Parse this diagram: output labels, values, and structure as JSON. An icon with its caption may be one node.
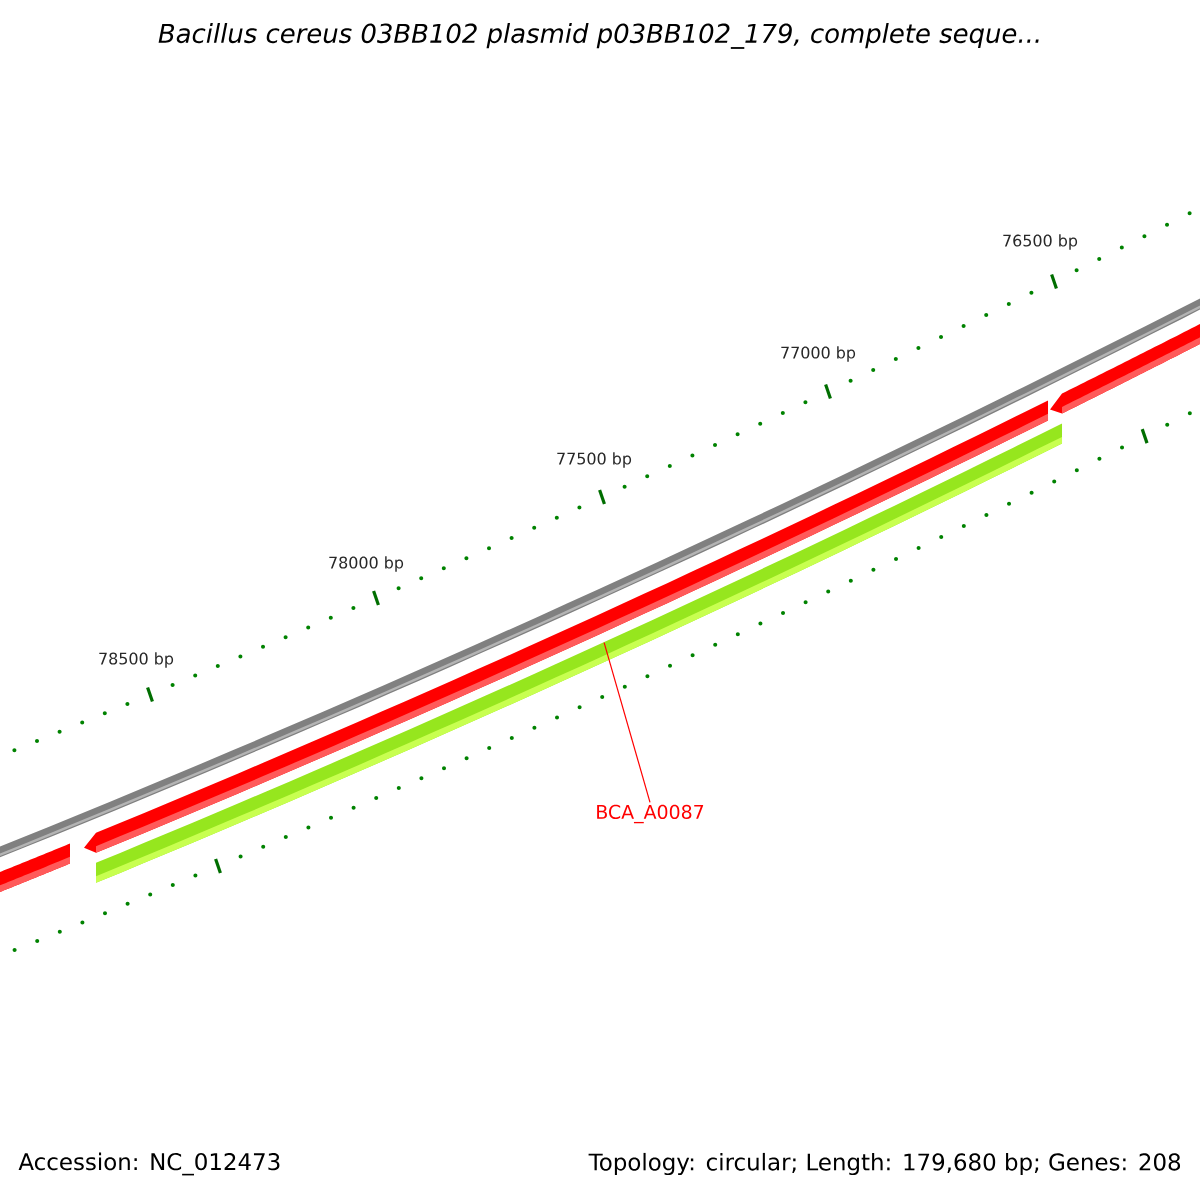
{
  "diagram": {
    "title": "Bacillus cereus 03BB102 plasmid p03BB102_179, complete seque...",
    "nodes": [
      {
        "text": [
          "BCA_A0087"
        ]
      },
      {
        "text": [],
        "shape": "bar"
      }
    ],
    "edges": [
      {
        "from": 0,
        "to": 1,
        "arrow": "none",
        "color": "#ff0000"
      }
    ],
    "labels": [
      "76500 bp",
      "77000 bp",
      "77500 bp",
      "78000 bp",
      "78500 bp",
      "Accession: NC_012473",
      "Topology: circular; Length: 179,680 bp; Genes: 208"
    ]
  }
}
